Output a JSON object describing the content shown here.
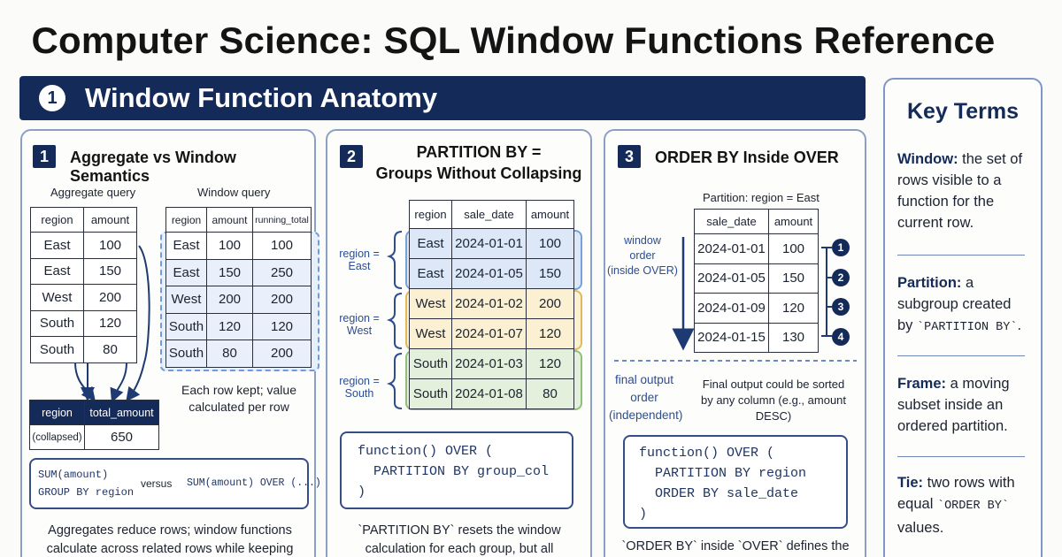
{
  "title": "Computer Science: SQL Window Functions Reference",
  "section": {
    "number": "1",
    "title": "Window Function Anatomy"
  },
  "panel1": {
    "num": "1",
    "title": "Aggregate vs Window Semantics",
    "agg_label": "Aggregate query",
    "win_label": "Window query",
    "agg_table": {
      "headers": [
        "region",
        "amount"
      ],
      "rows": [
        [
          "East",
          "100"
        ],
        [
          "East",
          "150"
        ],
        [
          "West",
          "200"
        ],
        [
          "South",
          "120"
        ],
        [
          "South",
          "80"
        ]
      ]
    },
    "win_table": {
      "headers": [
        "region",
        "amount",
        "running_total"
      ],
      "rows": [
        [
          "East",
          "100",
          "100"
        ],
        [
          "East",
          "150",
          "250"
        ],
        [
          "West",
          "200",
          "200"
        ],
        [
          "South",
          "120",
          "120"
        ],
        [
          "South",
          "80",
          "200"
        ]
      ]
    },
    "collapsed_table": {
      "headers": [
        "region",
        "total_amount"
      ],
      "row": [
        "(collapsed)",
        "650"
      ]
    },
    "win_note": "Each row kept; value calculated per row",
    "code_left": [
      "SUM(amount)",
      "GROUP BY region"
    ],
    "versus": "versus",
    "code_right": "SUM(amount) OVER (...)",
    "body": "Aggregates reduce rows; window functions calculate across related rows while keeping"
  },
  "panel2": {
    "num": "2",
    "title_lines": [
      "PARTITION BY =",
      "Groups Without Collapsing"
    ],
    "table": {
      "headers": [
        "region",
        "sale_date",
        "amount"
      ],
      "rows": [
        [
          "East",
          "2024-01-01",
          "100"
        ],
        [
          "East",
          "2024-01-05",
          "150"
        ],
        [
          "West",
          "2024-01-02",
          "200"
        ],
        [
          "West",
          "2024-01-07",
          "120"
        ],
        [
          "South",
          "2024-01-03",
          "120"
        ],
        [
          "South",
          "2024-01-08",
          "80"
        ]
      ]
    },
    "group_labels": [
      "region = East",
      "region = West",
      "region = South"
    ],
    "group_colors": [
      "#dce8f7",
      "#fbf1d2",
      "#e3f0dc"
    ],
    "group_borders": [
      "#7aa0d8",
      "#e0b95a",
      "#8fbf7a"
    ],
    "code": [
      "function() OVER (",
      "  PARTITION BY group_col",
      ")"
    ],
    "body": "`PARTITION BY` resets the window calculation for each group, but all"
  },
  "panel3": {
    "num": "3",
    "title": "ORDER BY Inside OVER",
    "partition_label": "Partition: region = East",
    "table": {
      "headers": [
        "sale_date",
        "amount"
      ],
      "rows": [
        [
          "2024-01-01",
          "100"
        ],
        [
          "2024-01-05",
          "150"
        ],
        [
          "2024-01-09",
          "120"
        ],
        [
          "2024-01-15",
          "130"
        ]
      ]
    },
    "order_labels": [
      "1",
      "2",
      "3",
      "4"
    ],
    "window_order_label": [
      "window",
      "order",
      "(inside OVER)"
    ],
    "final_label": [
      "final output",
      "order",
      "(independent)"
    ],
    "final_note": [
      "Final output could be sorted",
      "by any column (e.g., amount DESC)"
    ],
    "code": [
      "function() OVER (",
      "  PARTITION BY region",
      "  ORDER BY sale_date",
      ")"
    ],
    "body": "`ORDER BY` inside `OVER` defines the"
  },
  "key_terms": {
    "title": "Key Terms",
    "items": [
      {
        "term": "Window:",
        "def": "the set of rows visible to a function for the current row."
      },
      {
        "term": "Partition:",
        "def_pre": "a subgroup created by",
        "def_code": "`PARTITION BY`",
        "def_post": "."
      },
      {
        "term": "Frame:",
        "def": "a moving subset inside an ordered partition."
      },
      {
        "term": "Tie:",
        "def_pre": "two rows with equal",
        "def_code": "`ORDER BY`",
        "def_post": "values."
      }
    ]
  }
}
